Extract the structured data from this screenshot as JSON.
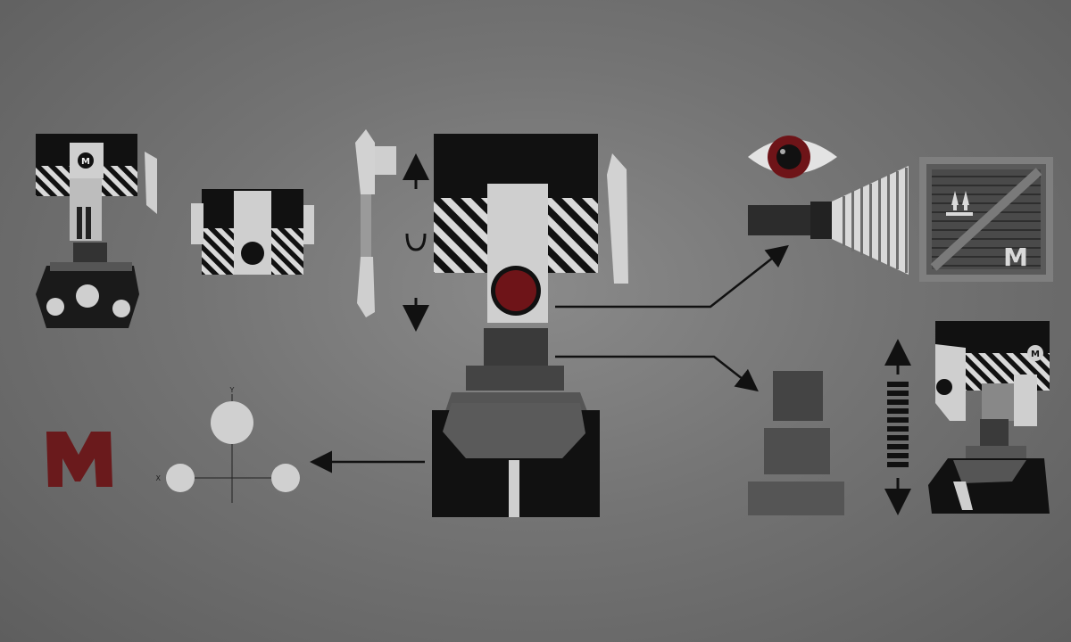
{
  "logo_letter": "M",
  "crate_letter": "M",
  "axis": {
    "x_label": "X",
    "y_label": "Y"
  },
  "colors": {
    "background": "#747474",
    "black_paper": "#111111",
    "white_paper": "#d9d9d9",
    "grey_paper": "#9a9a9a",
    "dark_grey_paper": "#3a3a3a",
    "red_lens": "#6e1418",
    "logo_red": "#6a1a1c"
  },
  "icons": [
    "robot-small-icon",
    "robot-head-icon",
    "robot-arm-icon",
    "robot-large-icon",
    "eye-icon",
    "flashlight-icon",
    "crate-icon",
    "stacked-blocks-icon",
    "robot-turned-icon",
    "axis-diagram-icon",
    "m-logo-icon"
  ]
}
